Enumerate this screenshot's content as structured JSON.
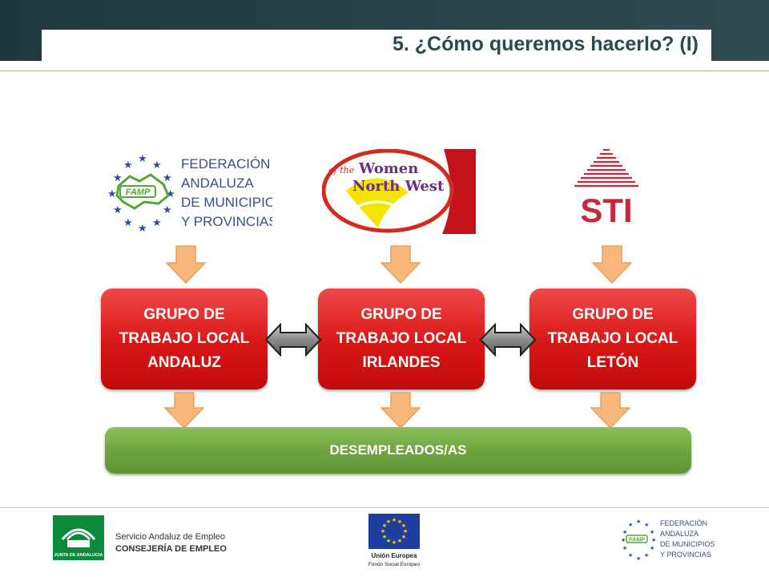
{
  "slide": {
    "title": "5. ¿Cómo queremos hacerlo? (I)"
  },
  "partners": {
    "famp": {
      "line1": "FEDERACIÓN",
      "line2": "ANDALUZA",
      "line3": "DE MUNICIPIOS",
      "line4": "Y PROVINCIAS",
      "badge": "FAMP"
    },
    "women": {
      "line1": "of the",
      "line2": "Women",
      "line3": "North West"
    },
    "sti": {
      "text": "STI"
    }
  },
  "groups": [
    {
      "line1": "GRUPO DE",
      "line2": "TRABAJO LOCAL",
      "line3": "ANDALUZ"
    },
    {
      "line1": "GRUPO DE",
      "line2": "TRABAJO LOCAL",
      "line3": "IRLANDES"
    },
    {
      "line1": "GRUPO DE",
      "line2": "TRABAJO LOCAL",
      "line3": "LETÓN"
    }
  ],
  "target": {
    "label": "DESEMPLEADOS/AS"
  },
  "footer": {
    "junta": {
      "caption": "JUNTA DE ANDALUCIA",
      "service": "Servicio Andaluz de Empleo",
      "consejeria": "CONSEJERÍA DE EMPLEO"
    },
    "eu": {
      "name": "Unión Europea",
      "fund": "Fondo Social Europeo"
    },
    "famp": {
      "line1": "FEDERACIÓN",
      "line2": "ANDALUZA",
      "line3": "DE MUNICIPIOS",
      "line4": "Y PROVINCIAS",
      "badge": "FAMP"
    }
  },
  "colors": {
    "header": "#254248",
    "title": "#2a4a50",
    "group_red": "#d81616",
    "bar_green": "#6ea53f",
    "arrow_orange": "#f7b77a"
  }
}
